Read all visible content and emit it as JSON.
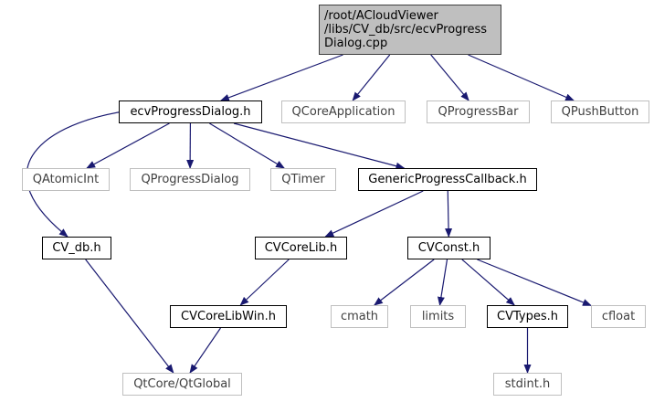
{
  "colors": {
    "edge": "#191970",
    "root_fill": "#bfbfbf",
    "external_border": "#bfbfbf",
    "node_border": "#000000"
  },
  "nodes": {
    "root": "/root/ACloudViewer\n/libs/CV_db/src/ecvProgress\nDialog.cpp",
    "ecvProgressDialog_h": "ecvProgressDialog.h",
    "QCoreApplication": "QCoreApplication",
    "QProgressBar": "QProgressBar",
    "QPushButton": "QPushButton",
    "QAtomicInt": "QAtomicInt",
    "QProgressDialog": "QProgressDialog",
    "QTimer": "QTimer",
    "GenericProgressCallback_h": "GenericProgressCallback.h",
    "CV_db_h": "CV_db.h",
    "CVCoreLib_h": "CVCoreLib.h",
    "CVConst_h": "CVConst.h",
    "CVCoreLibWin_h": "CVCoreLibWin.h",
    "cmath": "cmath",
    "limits": "limits",
    "CVTypes_h": "CVTypes.h",
    "cfloat": "cfloat",
    "QtCore_QtGlobal": "QtCore/QtGlobal",
    "stdint_h": "stdint.h"
  },
  "edges": [
    [
      "root",
      "ecvProgressDialog_h"
    ],
    [
      "root",
      "QCoreApplication"
    ],
    [
      "root",
      "QProgressBar"
    ],
    [
      "root",
      "QPushButton"
    ],
    [
      "ecvProgressDialog_h",
      "CV_db_h"
    ],
    [
      "ecvProgressDialog_h",
      "QAtomicInt"
    ],
    [
      "ecvProgressDialog_h",
      "QProgressDialog"
    ],
    [
      "ecvProgressDialog_h",
      "QTimer"
    ],
    [
      "ecvProgressDialog_h",
      "GenericProgressCallback_h"
    ],
    [
      "GenericProgressCallback_h",
      "CVCoreLib_h"
    ],
    [
      "GenericProgressCallback_h",
      "CVConst_h"
    ],
    [
      "CV_db_h",
      "QtCore_QtGlobal"
    ],
    [
      "CVCoreLib_h",
      "CVCoreLibWin_h"
    ],
    [
      "CVCoreLibWin_h",
      "QtCore_QtGlobal"
    ],
    [
      "CVConst_h",
      "cmath"
    ],
    [
      "CVConst_h",
      "limits"
    ],
    [
      "CVConst_h",
      "CVTypes_h"
    ],
    [
      "CVConst_h",
      "cfloat"
    ],
    [
      "CVTypes_h",
      "stdint_h"
    ]
  ]
}
